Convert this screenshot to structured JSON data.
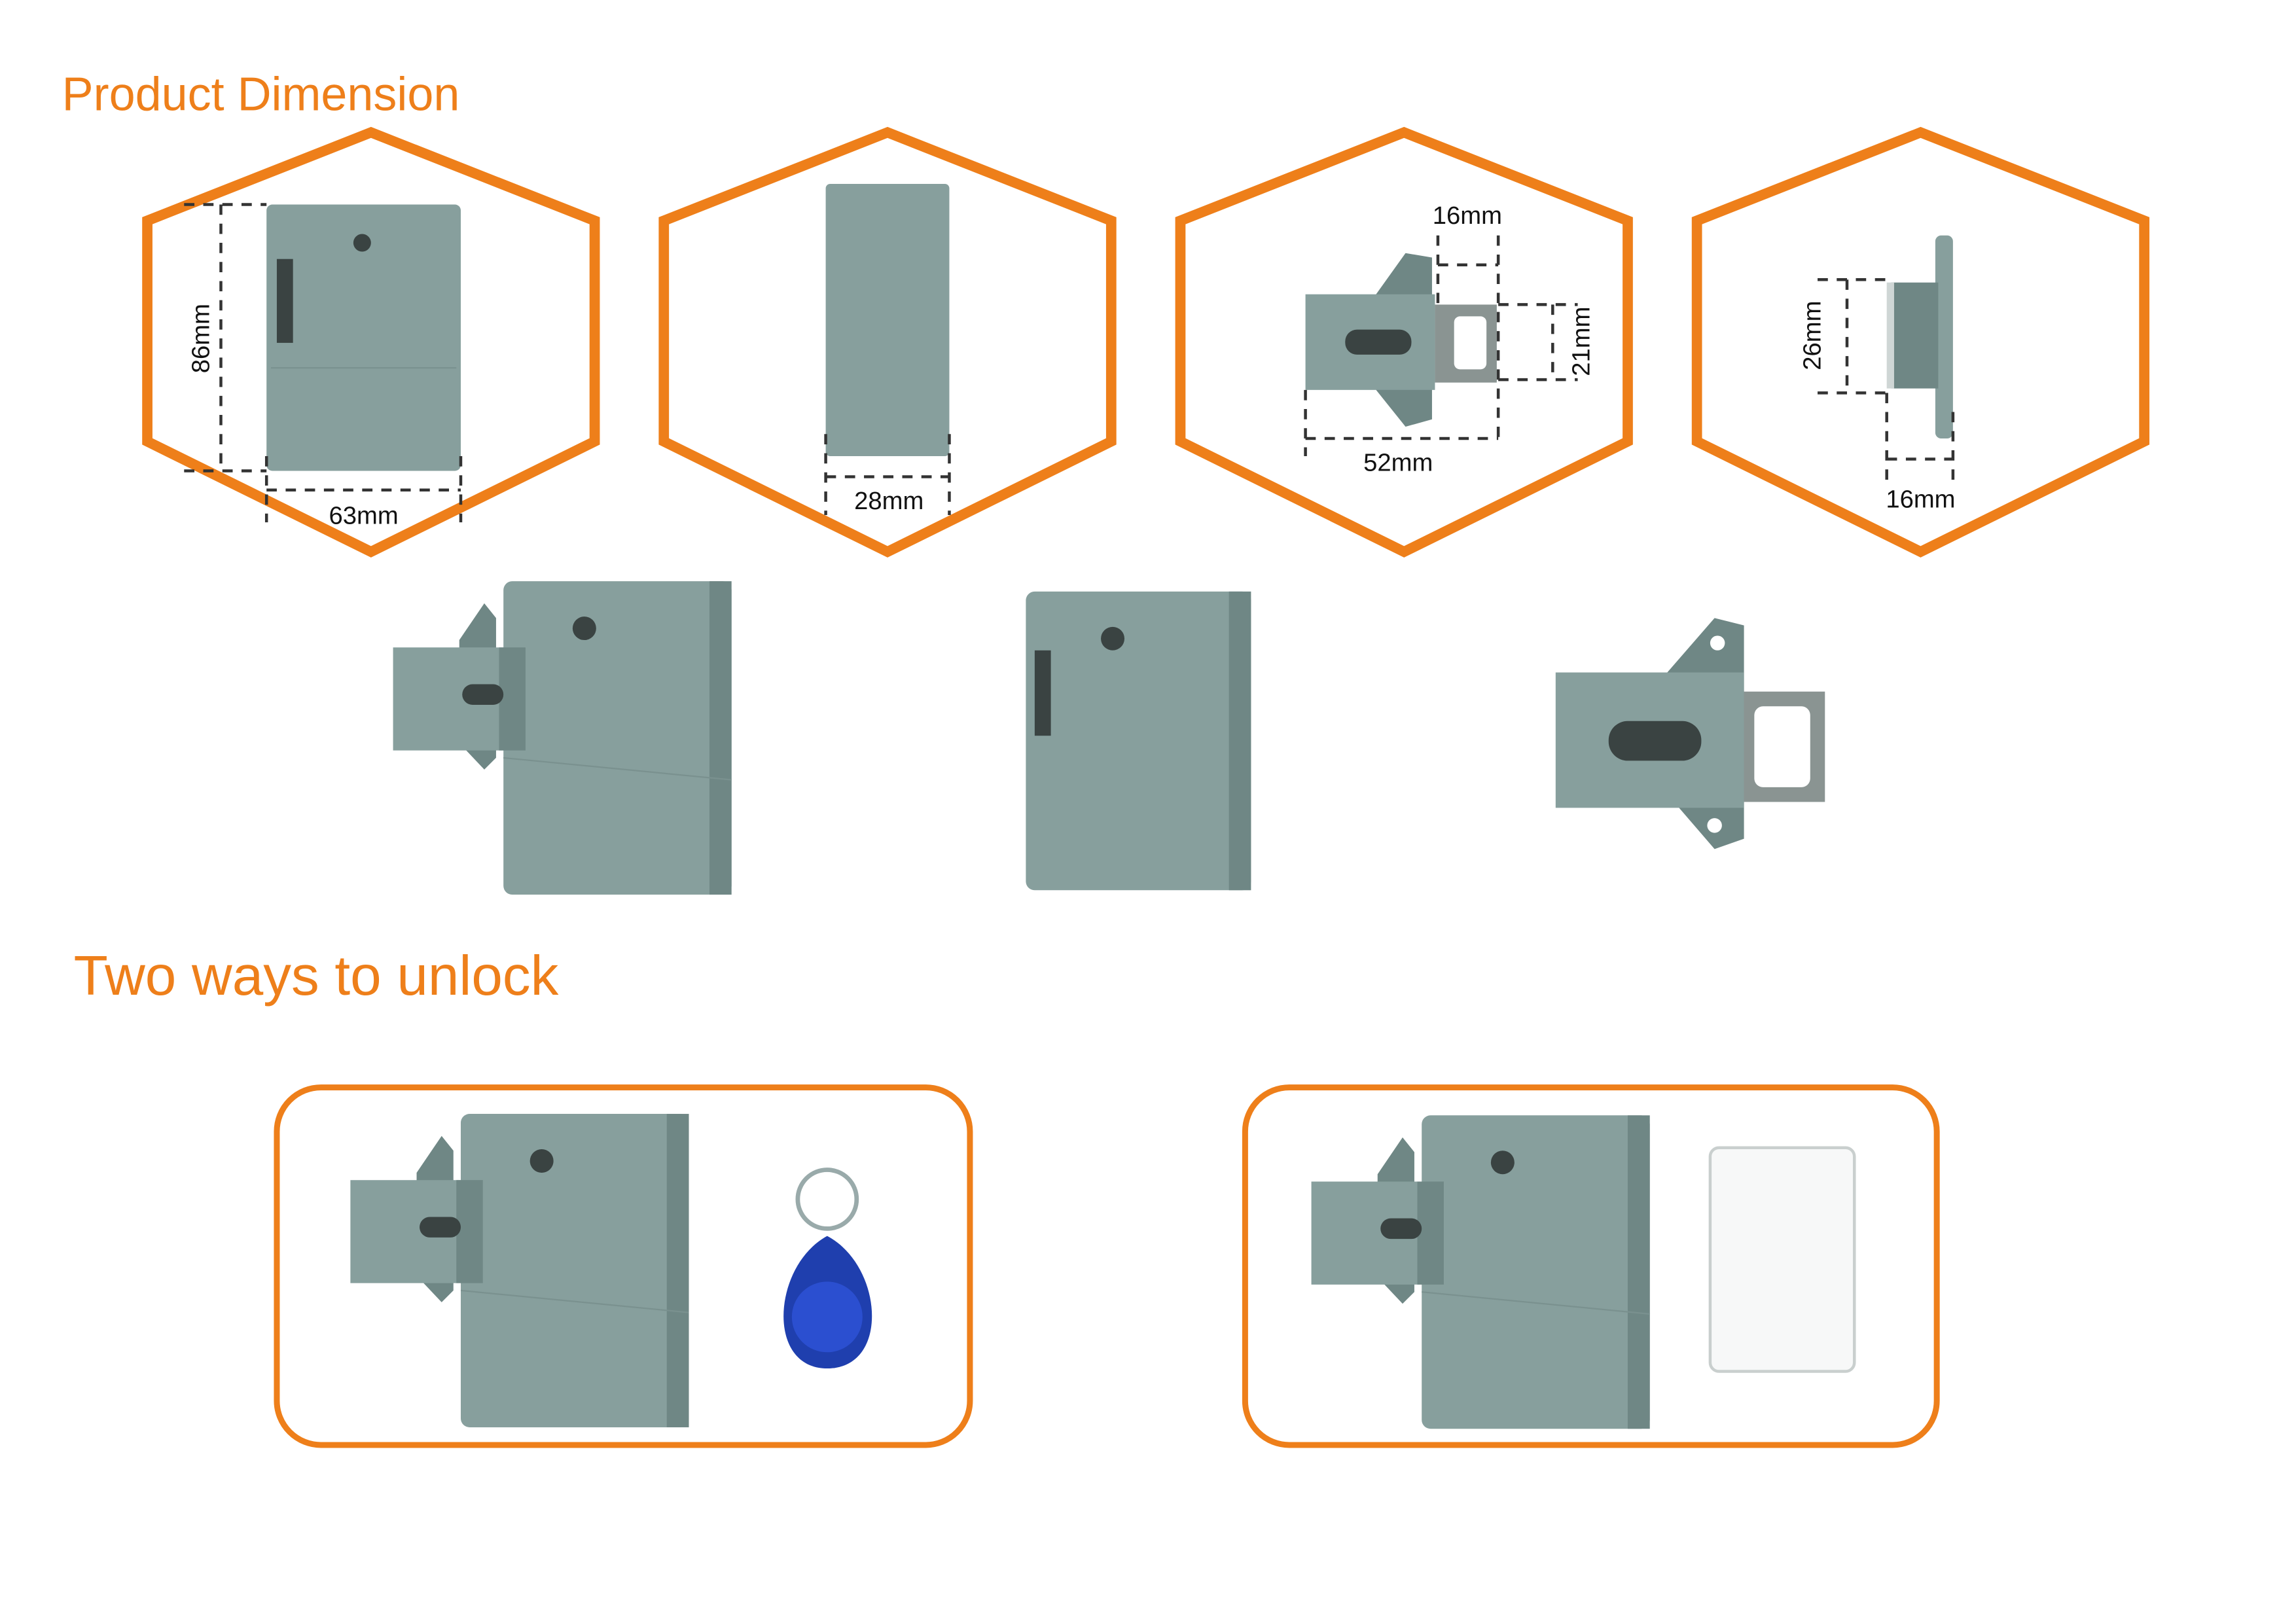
{
  "sections": {
    "dimension_title": "Product Dimension",
    "unlock_title": "Two ways to unlock"
  },
  "dimensions": {
    "front_height": "86mm",
    "front_width": "63mm",
    "side_depth": "28mm",
    "latch_plate_width": "16mm",
    "latch_plate_height": "21mm",
    "latch_length": "52mm",
    "latch_side_height": "26mm",
    "latch_side_depth": "16mm"
  },
  "colors": {
    "accent": "#EE7F1A",
    "product_gray": "#879f9d",
    "fob_blue": "#1f3fae"
  },
  "unlock_methods": [
    {
      "icon": "key-fob-icon"
    },
    {
      "icon": "rfid-card-icon"
    }
  ]
}
